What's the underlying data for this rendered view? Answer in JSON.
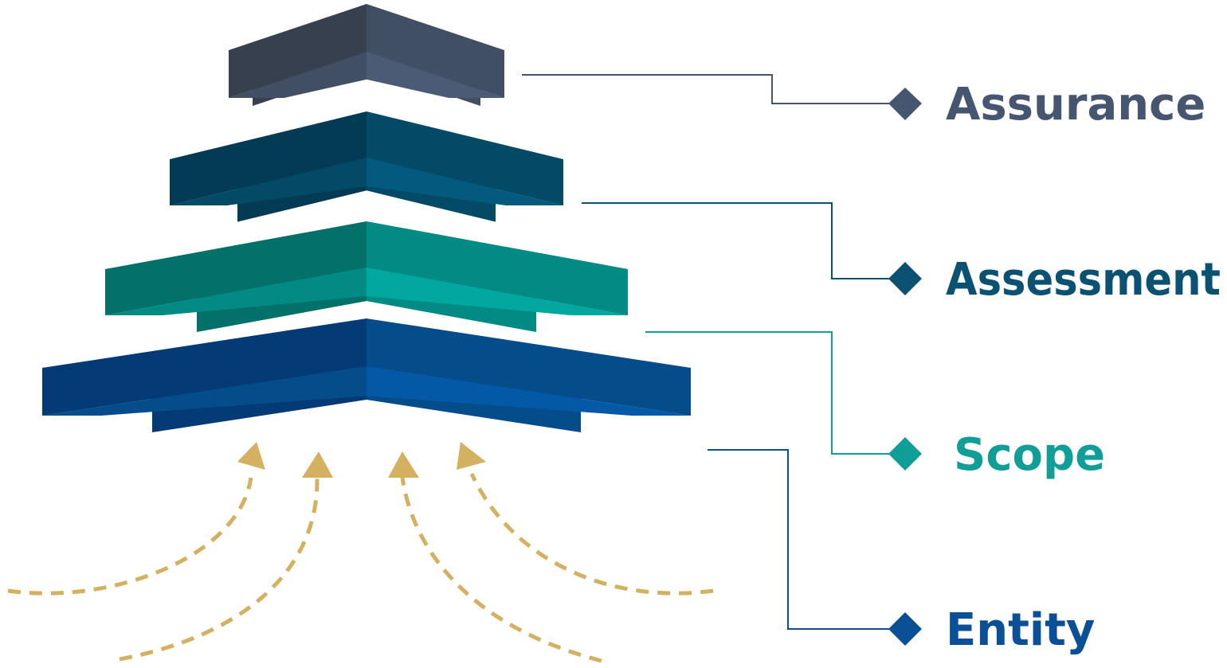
{
  "layers": [
    {
      "id": "assurance",
      "label": "Assurance",
      "colors": {
        "main": "#465570",
        "dark": "#36404f",
        "mid": "#414f65",
        "light": "#4b5b76"
      }
    },
    {
      "id": "assessment",
      "label": "Assessment",
      "colors": {
        "main": "#0b5272",
        "dark": "#033b55",
        "mid": "#034a66",
        "light": "#035a7e"
      }
    },
    {
      "id": "scope",
      "label": "Scope",
      "colors": {
        "main": "#119e99",
        "dark": "#03716a",
        "mid": "#028b84",
        "light": "#02a8a0"
      }
    },
    {
      "id": "entity",
      "label": "Entity",
      "colors": {
        "main": "#0b4f96",
        "dark": "#043a75",
        "mid": "#044c8a",
        "light": "#0459a6"
      }
    }
  ],
  "arrow_color": "#d4b160"
}
